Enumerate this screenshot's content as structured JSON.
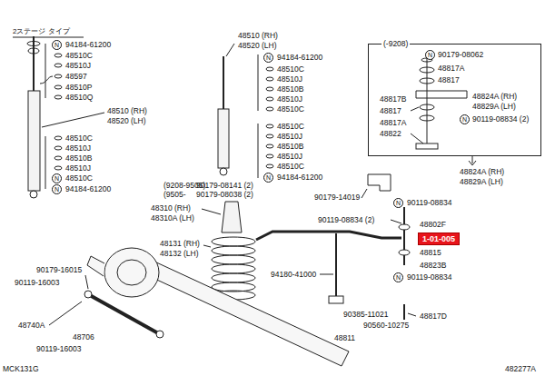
{
  "diagram": {
    "nodes": [
      {
        "text": [
          "(-9208)"
        ]
      },
      {
        "text": [
          "1-01-005"
        ]
      }
    ],
    "labels": [
      "2ステージ タイプ",
      "N",
      "94184-61200",
      "48510C",
      "48510J",
      "48597",
      "48510P",
      "48510Q",
      "48510 (RH)",
      "48520 (LH)",
      "48510C",
      "48510J",
      "48510B",
      "48510J",
      "N",
      "48510C",
      "N",
      "94184-61200",
      "48510 (RH)",
      "48520 (LH)",
      "N",
      "94184-61200",
      "48510C",
      "48510J",
      "48510B",
      "48510J",
      "48510C",
      "48510C",
      "48510J",
      "48510B",
      "48510J",
      "48510C",
      "N",
      "94184-61200",
      "(9208-9505)",
      "(9505-",
      "90179-08141 (2)",
      "90179-08038 (2)",
      "48310 (RH)",
      "48310A (LH)",
      "48131 (RH)",
      "48132 (LH)",
      "N",
      "90179-08062",
      "48817A",
      "48817",
      "48817B",
      "48817",
      "48817A",
      "48824A (RH)",
      "48829A (LH)",
      "N",
      "90119-08834 (2)",
      "48822",
      "48824A (RH)",
      "48829A (LH)",
      "90179-14019",
      "N",
      "90119-08834",
      "90119-08834 (2)",
      "48802F",
      "48815",
      "48823B",
      "N",
      "90119-08834",
      "94180-41000",
      "90385-11021",
      "90560-10275",
      "48817D",
      "48811",
      "90179-16015",
      "90119-16003",
      "48740A",
      "48706",
      "90119-16003",
      "MCK131G",
      "482277A"
    ]
  }
}
